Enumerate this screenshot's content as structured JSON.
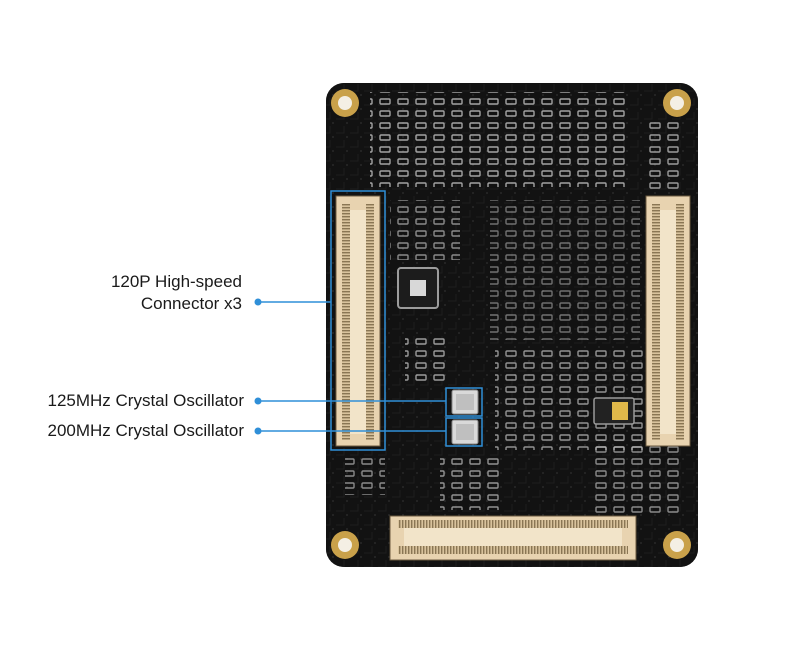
{
  "callouts": [
    {
      "line1": "120P High-speed",
      "line2": "Connector x3"
    },
    {
      "text": "125MHz Crystal Oscillator"
    },
    {
      "text": "200MHz Crystal Oscillator"
    }
  ],
  "colors": {
    "pcb": "#111111",
    "pad_gold": "#c9a14a",
    "connector": "#e8d3b0",
    "callout_line": "#2f8fd8",
    "component": "#cfcfcf"
  },
  "icons": {
    "callout_marker": "dot"
  }
}
